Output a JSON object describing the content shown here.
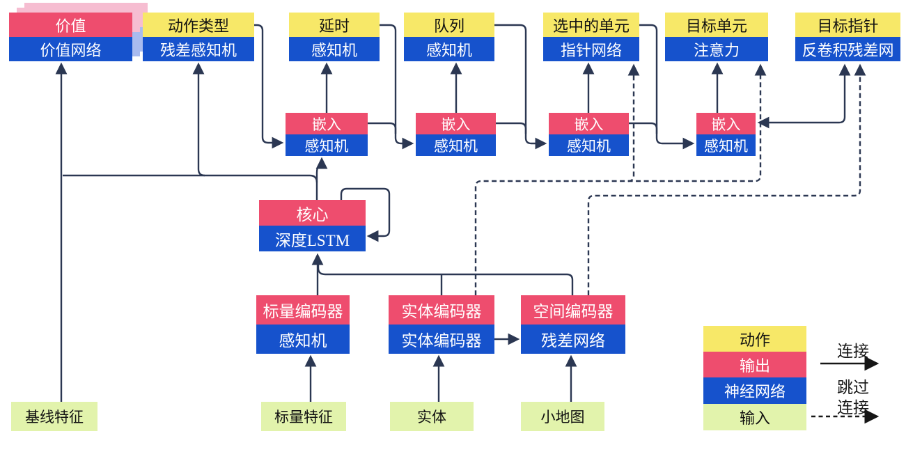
{
  "nodes": {
    "value": {
      "top": "价值",
      "bottom": "价值网络"
    },
    "action_type": {
      "top": "动作类型",
      "bottom": "残差感知机"
    },
    "delay": {
      "top": "延时",
      "bottom": "感知机"
    },
    "queue": {
      "top": "队列",
      "bottom": "感知机"
    },
    "selected_units": {
      "top": "选中的单元",
      "bottom": "指针网络"
    },
    "target_unit": {
      "top": "目标单元",
      "bottom": "注意力"
    },
    "target_point": {
      "top": "目标指针",
      "bottom": "反卷积残差网"
    },
    "embed": {
      "top": "嵌入",
      "bottom": "感知机"
    },
    "core": {
      "top": "核心",
      "bottom": "深度LSTM"
    },
    "scalar_encoder": {
      "top": "标量编码器",
      "bottom": "感知机"
    },
    "entity_encoder": {
      "top": "实体编码器",
      "bottom": "实体编码器"
    },
    "spatial_encoder": {
      "top": "空间编码器",
      "bottom": "残差网络"
    },
    "baseline_features": {
      "label": "基线特征"
    },
    "scalar_features": {
      "label": "标量特征"
    },
    "entities": {
      "label": "实体"
    },
    "minimap": {
      "label": "小地图"
    }
  },
  "legend": {
    "action": "动作",
    "output": "输出",
    "network": "神经网络",
    "input": "输入",
    "connection_label": "连接",
    "skip_label_line1": "跳过",
    "skip_label_line2": "连接"
  },
  "colors": {
    "action_yellow": "#F7E868",
    "output_red": "#EE4D6E",
    "network_blue": "#1652CC",
    "input_green": "#E2F3AC",
    "wire_navy": "#2B3752",
    "legend_arrow_black": "#161616",
    "value_shadow_pink": "#F6BDD1",
    "value_shadow_blue": "#A9BBEF"
  },
  "edges": [
    {
      "from": "baseline_features",
      "to": "value",
      "style": "solid"
    },
    {
      "from": "core",
      "to": "value",
      "style": "solid"
    },
    {
      "from": "core",
      "to": "action_type",
      "style": "solid"
    },
    {
      "from": "core",
      "to": "embed1",
      "style": "solid"
    },
    {
      "from": "core",
      "to": "core",
      "style": "solid-selfloop"
    },
    {
      "from": "action_type",
      "to": "embed1",
      "style": "solid"
    },
    {
      "from": "embed1",
      "to": "delay",
      "style": "solid"
    },
    {
      "from": "embed1",
      "to": "embed2",
      "style": "solid"
    },
    {
      "from": "delay",
      "to": "embed2",
      "style": "solid"
    },
    {
      "from": "embed2",
      "to": "queue",
      "style": "solid"
    },
    {
      "from": "embed2",
      "to": "embed3",
      "style": "solid"
    },
    {
      "from": "queue",
      "to": "embed3",
      "style": "solid"
    },
    {
      "from": "embed3",
      "to": "selected_units",
      "style": "solid"
    },
    {
      "from": "embed3",
      "to": "embed4",
      "style": "solid"
    },
    {
      "from": "selected_units",
      "to": "embed4",
      "style": "solid"
    },
    {
      "from": "embed4",
      "to": "target_unit",
      "style": "solid"
    },
    {
      "from": "embed4",
      "to": "target_point",
      "style": "solid-double-arrow"
    },
    {
      "from": "scalar_encoder",
      "to": "core",
      "style": "solid"
    },
    {
      "from": "entity_encoder",
      "to": "core",
      "style": "solid"
    },
    {
      "from": "spatial_encoder",
      "to": "core",
      "style": "solid"
    },
    {
      "from": "entity_encoder",
      "to": "spatial_encoder",
      "style": "solid"
    },
    {
      "from": "scalar_features",
      "to": "scalar_encoder",
      "style": "solid"
    },
    {
      "from": "entities",
      "to": "entity_encoder",
      "style": "solid"
    },
    {
      "from": "minimap",
      "to": "spatial_encoder",
      "style": "solid"
    },
    {
      "from": "entity_encoder",
      "to": "selected_units",
      "style": "dashed"
    },
    {
      "from": "entity_encoder",
      "to": "target_unit",
      "style": "dashed"
    },
    {
      "from": "spatial_encoder",
      "to": "target_point",
      "style": "dashed"
    }
  ]
}
